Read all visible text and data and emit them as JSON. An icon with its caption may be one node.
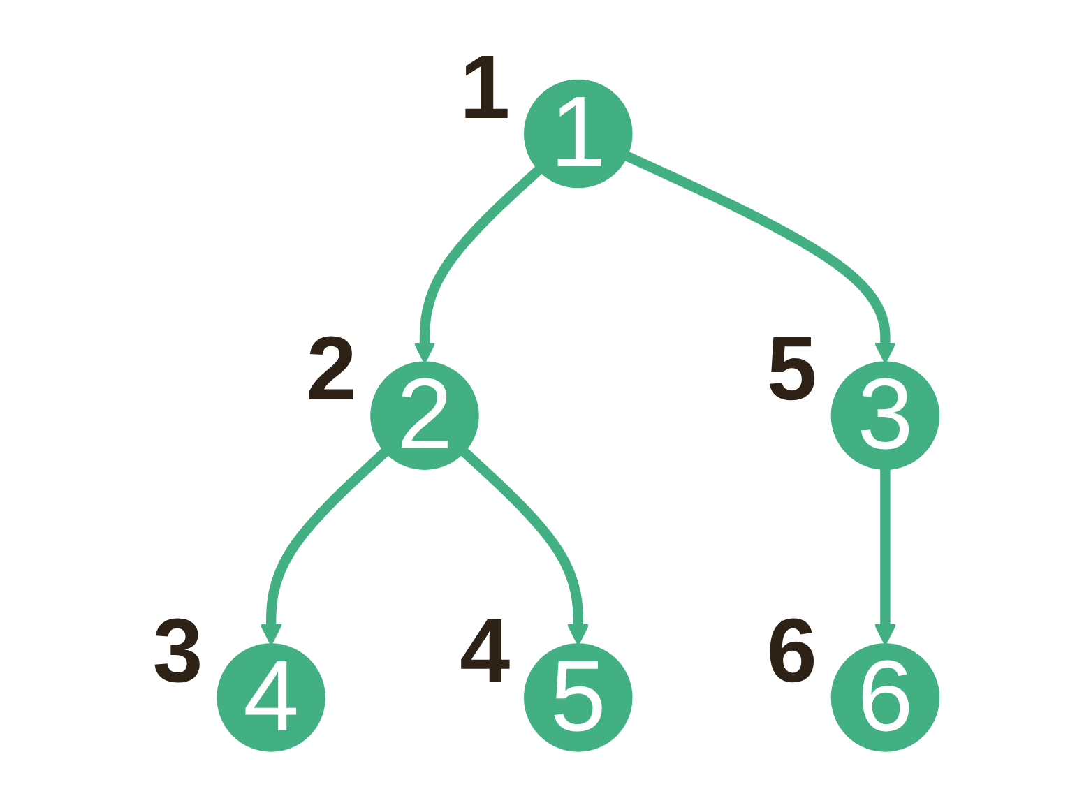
{
  "diagram": {
    "nodes": [
      {
        "text": [
          "1"
        ],
        "beside": [
          "1"
        ]
      },
      {
        "text": [
          "2"
        ],
        "beside": [
          "2"
        ]
      },
      {
        "text": [
          "3"
        ],
        "beside": [
          "5"
        ]
      },
      {
        "text": [
          "4"
        ],
        "beside": [
          "3"
        ]
      },
      {
        "text": [
          "5"
        ],
        "beside": [
          "4"
        ]
      },
      {
        "text": [
          "6"
        ],
        "beside": [
          "6"
        ]
      }
    ],
    "edges": [
      {
        "from": 0,
        "to": 1,
        "arrow": "to"
      },
      {
        "from": 0,
        "to": 2,
        "arrow": "to"
      },
      {
        "from": 1,
        "to": 3,
        "arrow": "to"
      },
      {
        "from": 1,
        "to": 4,
        "arrow": "to"
      },
      {
        "from": 2,
        "to": 5,
        "arrow": "to"
      }
    ]
  }
}
